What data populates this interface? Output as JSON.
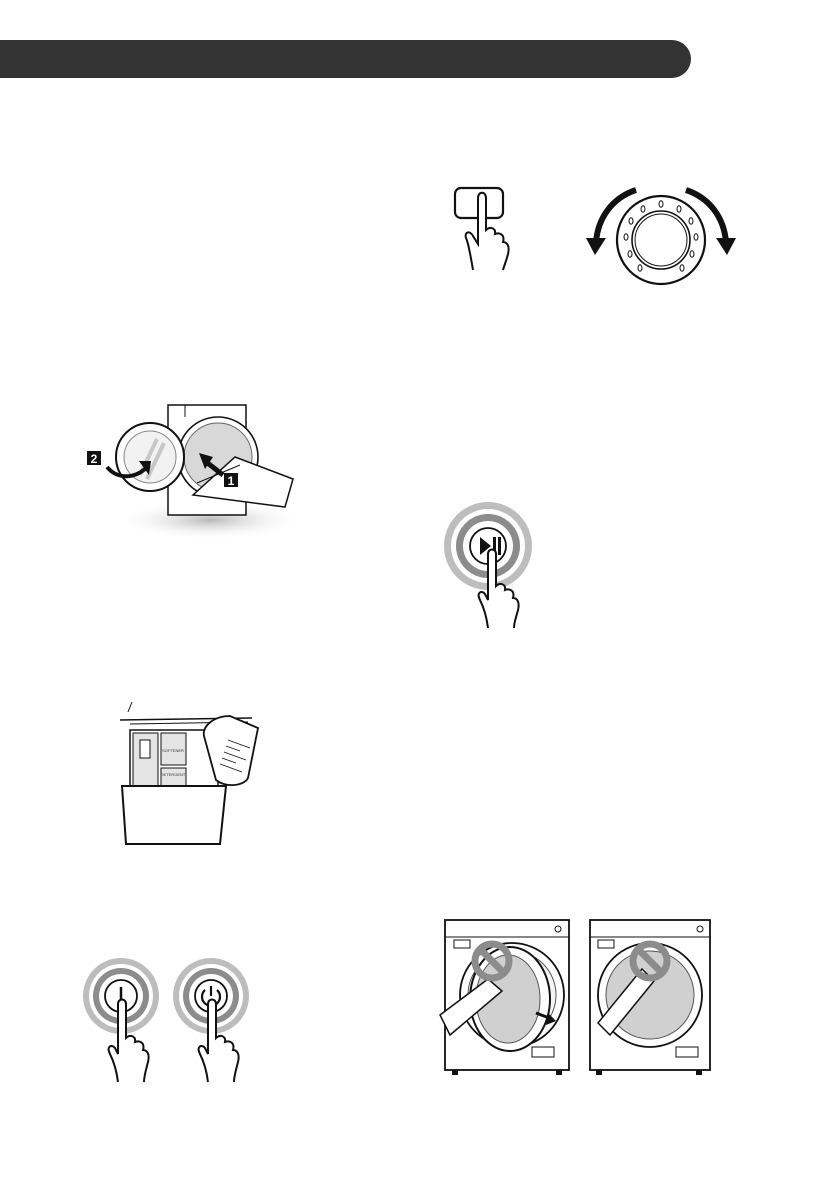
{
  "header": {
    "bar_color": "#333333"
  },
  "illustrations": {
    "control_button_and_dial": {
      "icons": [
        "finger-press-button-icon",
        "rotary-dial-icon"
      ]
    },
    "door_cleaning": {
      "step_labels": [
        "1",
        "2"
      ]
    },
    "detergent_dispenser": {
      "panel_labels": [
        "SOFTENER",
        "DETERGENT"
      ]
    },
    "power_buttons": {
      "icons": [
        "power-on-icon",
        "power-off-icon"
      ]
    },
    "start_pause_button": {
      "icons": [
        "play-pause-icon"
      ]
    },
    "door_warning": {
      "icons": [
        "no-touch-icon",
        "no-touch-icon"
      ]
    }
  }
}
